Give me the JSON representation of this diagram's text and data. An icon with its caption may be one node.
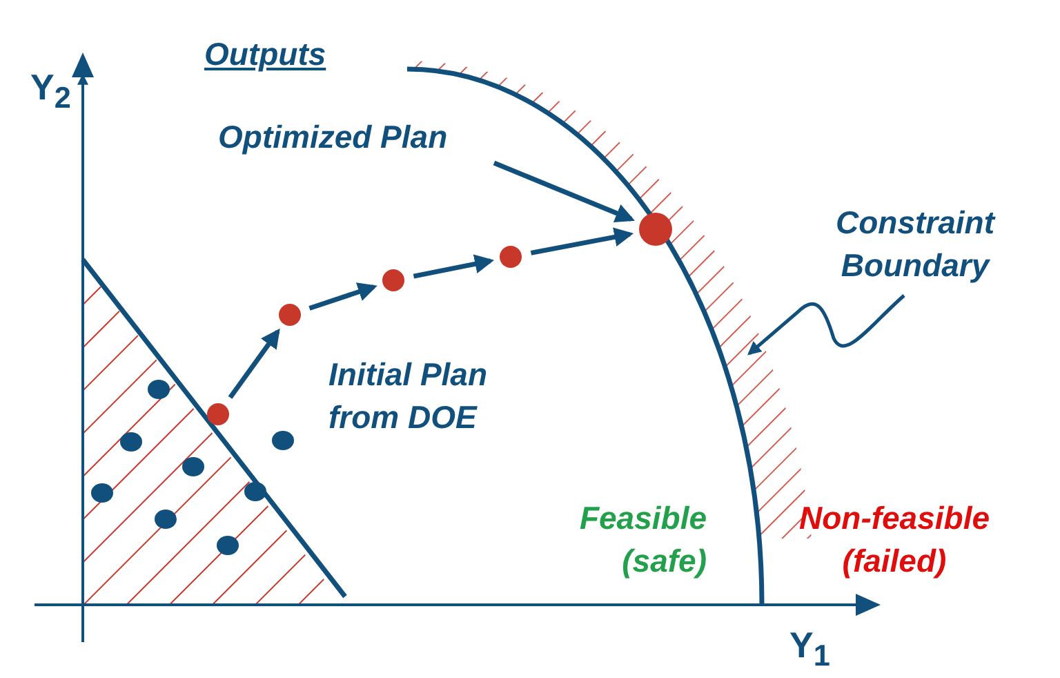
{
  "diagram": {
    "nodes": [
      {
        "text": [
          "Optimized Plan"
        ]
      },
      {
        "text": [
          "Constraint Boundary"
        ]
      },
      {
        "text": [],
        "shape": "circle"
      },
      {
        "text": [],
        "shape": "circle"
      },
      {
        "text": [],
        "shape": "circle"
      },
      {
        "text": [],
        "shape": "circle"
      },
      {
        "text": [],
        "shape": "circle"
      }
    ],
    "edges": [
      {
        "from": 0,
        "to": 6,
        "arrow": "to"
      },
      {
        "from": 1,
        "to": null,
        "arrow": "to"
      },
      {
        "from": 2,
        "to": 3,
        "arrow": "to"
      },
      {
        "from": 3,
        "to": 4,
        "arrow": "to"
      },
      {
        "from": 4,
        "to": 5,
        "arrow": "to"
      },
      {
        "from": 5,
        "to": 6,
        "arrow": "to"
      }
    ],
    "labels": [
      "Y$_{2}$",
      "Outputs",
      "Initial Plan from DOE",
      "Feasible (safe)",
      "Non-feasible (failed)",
      "Y$_{1}$"
    ]
  }
}
